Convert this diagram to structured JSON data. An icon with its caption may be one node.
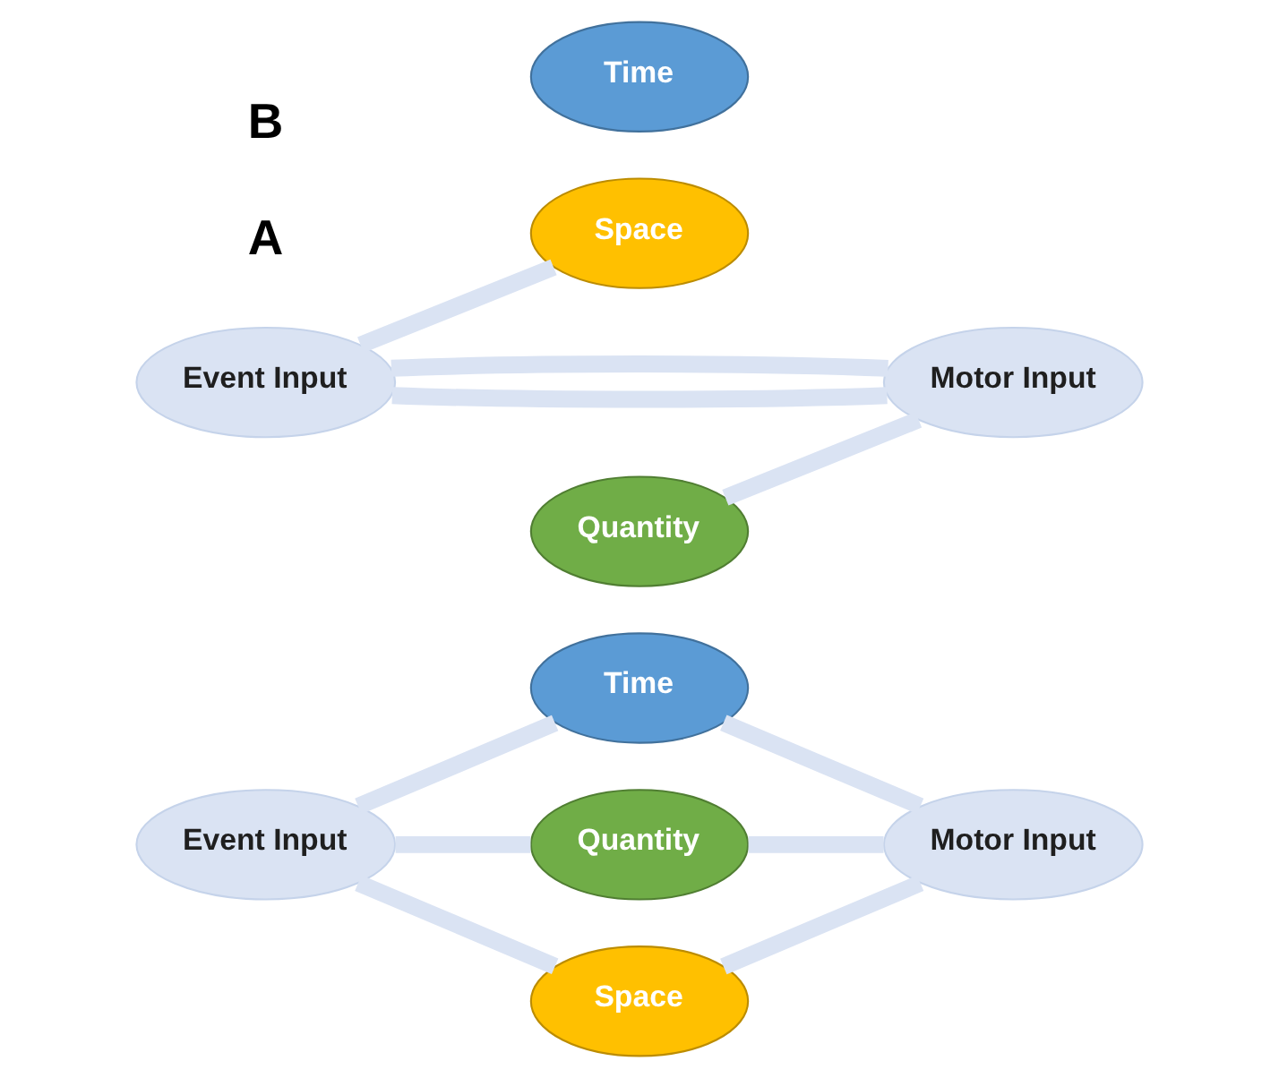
{
  "diagram": {
    "nodes": [
      {
        "text": [
          "Event Input"
        ]
      },
      {
        "text": [
          "Time"
        ]
      },
      {
        "text": [
          "Quantity"
        ]
      },
      {
        "text": [
          "Space"
        ]
      },
      {
        "text": [
          "Motor Input"
        ]
      },
      {
        "text": [
          "Event Input"
        ]
      },
      {
        "text": [
          "Time"
        ]
      },
      {
        "text": [
          "Space"
        ]
      },
      {
        "text": [
          "Quantity"
        ]
      },
      {
        "text": [
          "Motor Input"
        ]
      }
    ],
    "edges": [
      {
        "from": 0,
        "to": 1,
        "arrow": "none"
      },
      {
        "from": 1,
        "to": 4,
        "arrow": "none"
      },
      {
        "from": 0,
        "to": 2,
        "arrow": "none"
      },
      {
        "from": 2,
        "to": 4,
        "arrow": "none"
      },
      {
        "from": 0,
        "to": 3,
        "arrow": "none"
      },
      {
        "from": 3,
        "to": 4,
        "arrow": "none"
      },
      {
        "from": 5,
        "to": 9,
        "arrow": "none"
      },
      {
        "from": 5,
        "to": 7,
        "arrow": "none"
      },
      {
        "from": 8,
        "to": 9,
        "arrow": "none"
      },
      {
        "from": 5,
        "to": 9,
        "arrow": "none"
      }
    ],
    "labels": [
      "A",
      "B"
    ]
  }
}
